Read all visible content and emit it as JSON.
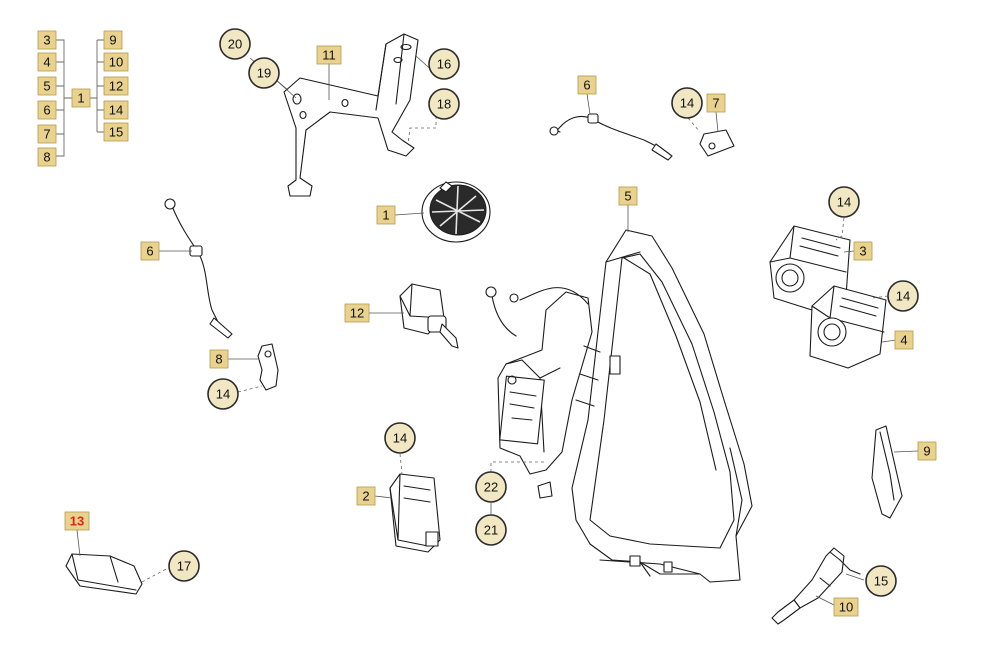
{
  "diagram": {
    "callouts": [
      {
        "id": "tree-3",
        "text": "3",
        "shape": "square"
      },
      {
        "id": "tree-4",
        "text": "4",
        "shape": "square"
      },
      {
        "id": "tree-5",
        "text": "5",
        "shape": "square"
      },
      {
        "id": "tree-6",
        "text": "6",
        "shape": "square"
      },
      {
        "id": "tree-7",
        "text": "7",
        "shape": "square"
      },
      {
        "id": "tree-8",
        "text": "8",
        "shape": "square"
      },
      {
        "id": "tree-1",
        "text": "1",
        "shape": "square"
      },
      {
        "id": "tree-9",
        "text": "9",
        "shape": "square"
      },
      {
        "id": "tree-10",
        "text": "10",
        "shape": "square"
      },
      {
        "id": "tree-12",
        "text": "12",
        "shape": "square"
      },
      {
        "id": "tree-14",
        "text": "14",
        "shape": "square"
      },
      {
        "id": "tree-15",
        "text": "15",
        "shape": "square"
      },
      {
        "id": "bracket-11",
        "text": "11",
        "shape": "square"
      },
      {
        "id": "bracket-20",
        "text": "20",
        "shape": "circle"
      },
      {
        "id": "bracket-19",
        "text": "19",
        "shape": "circle"
      },
      {
        "id": "bracket-16",
        "text": "16",
        "shape": "circle"
      },
      {
        "id": "bracket-18",
        "text": "18",
        "shape": "circle"
      },
      {
        "id": "cable-top-6",
        "text": "6",
        "shape": "square"
      },
      {
        "id": "clip-top-14",
        "text": "14",
        "shape": "circle"
      },
      {
        "id": "clip-top-7",
        "text": "7",
        "shape": "square"
      },
      {
        "id": "headlamp-1",
        "text": "1",
        "shape": "square"
      },
      {
        "id": "cap-5",
        "text": "5",
        "shape": "square"
      },
      {
        "id": "module3-14",
        "text": "14",
        "shape": "circle"
      },
      {
        "id": "module-3",
        "text": "3",
        "shape": "square"
      },
      {
        "id": "module4-14",
        "text": "14",
        "shape": "circle"
      },
      {
        "id": "module-4",
        "text": "4",
        "shape": "square"
      },
      {
        "id": "cable-left-6",
        "text": "6",
        "shape": "square"
      },
      {
        "id": "bulb-12",
        "text": "12",
        "shape": "square"
      },
      {
        "id": "clip-left-8",
        "text": "8",
        "shape": "square"
      },
      {
        "id": "clip-left-14",
        "text": "14",
        "shape": "circle"
      },
      {
        "id": "ecu-14",
        "text": "14",
        "shape": "circle"
      },
      {
        "id": "ecu-2",
        "text": "2",
        "shape": "square"
      },
      {
        "id": "screw-22",
        "text": "22",
        "shape": "circle"
      },
      {
        "id": "screw-21",
        "text": "21",
        "shape": "circle"
      },
      {
        "id": "cover-9",
        "text": "9",
        "shape": "square"
      },
      {
        "id": "lamp-13",
        "text": "13",
        "shape": "square",
        "highlight": true
      },
      {
        "id": "lamp-17",
        "text": "17",
        "shape": "circle"
      },
      {
        "id": "nozzle-15",
        "text": "15",
        "shape": "circle"
      },
      {
        "id": "nozzle-10",
        "text": "10",
        "shape": "square"
      }
    ]
  }
}
